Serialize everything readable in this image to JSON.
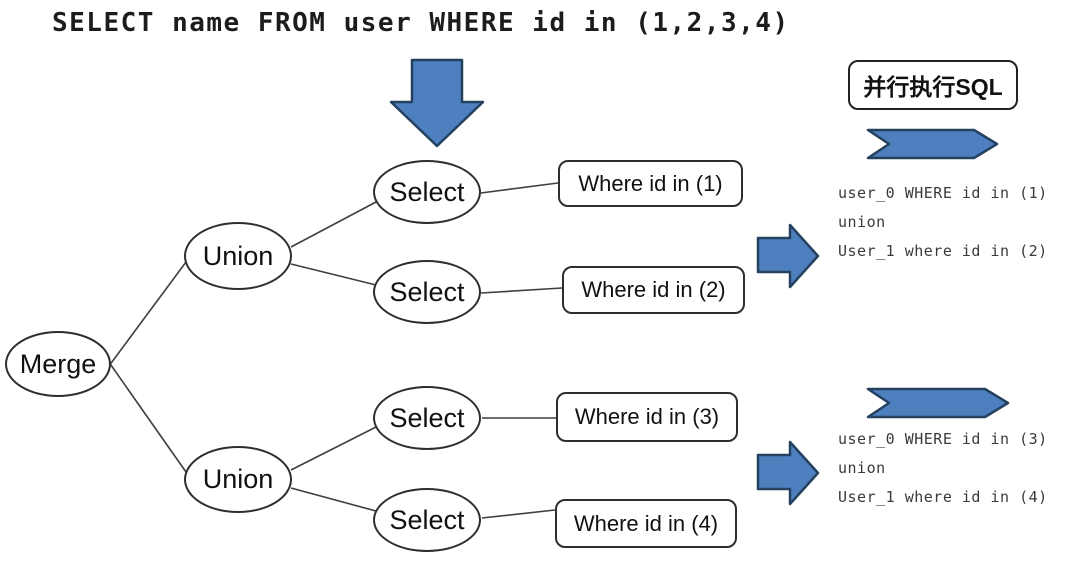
{
  "title": "SELECT name FROM user WHERE id in (1,2,3,4)",
  "colors": {
    "arrow_fill": "#4E7FBF",
    "arrow_stroke": "#24425F",
    "connector_line": "#3f3f3f",
    "node_border": "#2e2e2e"
  },
  "tree": {
    "merge": {
      "label": "Merge"
    },
    "unions": [
      {
        "label": "Union"
      },
      {
        "label": "Union"
      }
    ],
    "selects": [
      {
        "label": "Select"
      },
      {
        "label": "Select"
      },
      {
        "label": "Select"
      },
      {
        "label": "Select"
      }
    ],
    "where_boxes": [
      {
        "label": "Where id in (1)"
      },
      {
        "label": "Where id in (2)"
      },
      {
        "label": "Where id in (3)"
      },
      {
        "label": "Where id in (4)"
      }
    ]
  },
  "right_panel": {
    "header": "并行执行SQL",
    "groups": [
      {
        "lines": [
          "user_0 WHERE id in (1)",
          "union",
          "User_1 where id in (2)"
        ]
      },
      {
        "lines": [
          "user_0 WHERE id in (3)",
          "union",
          "User_1 where id in (4)"
        ]
      }
    ]
  }
}
